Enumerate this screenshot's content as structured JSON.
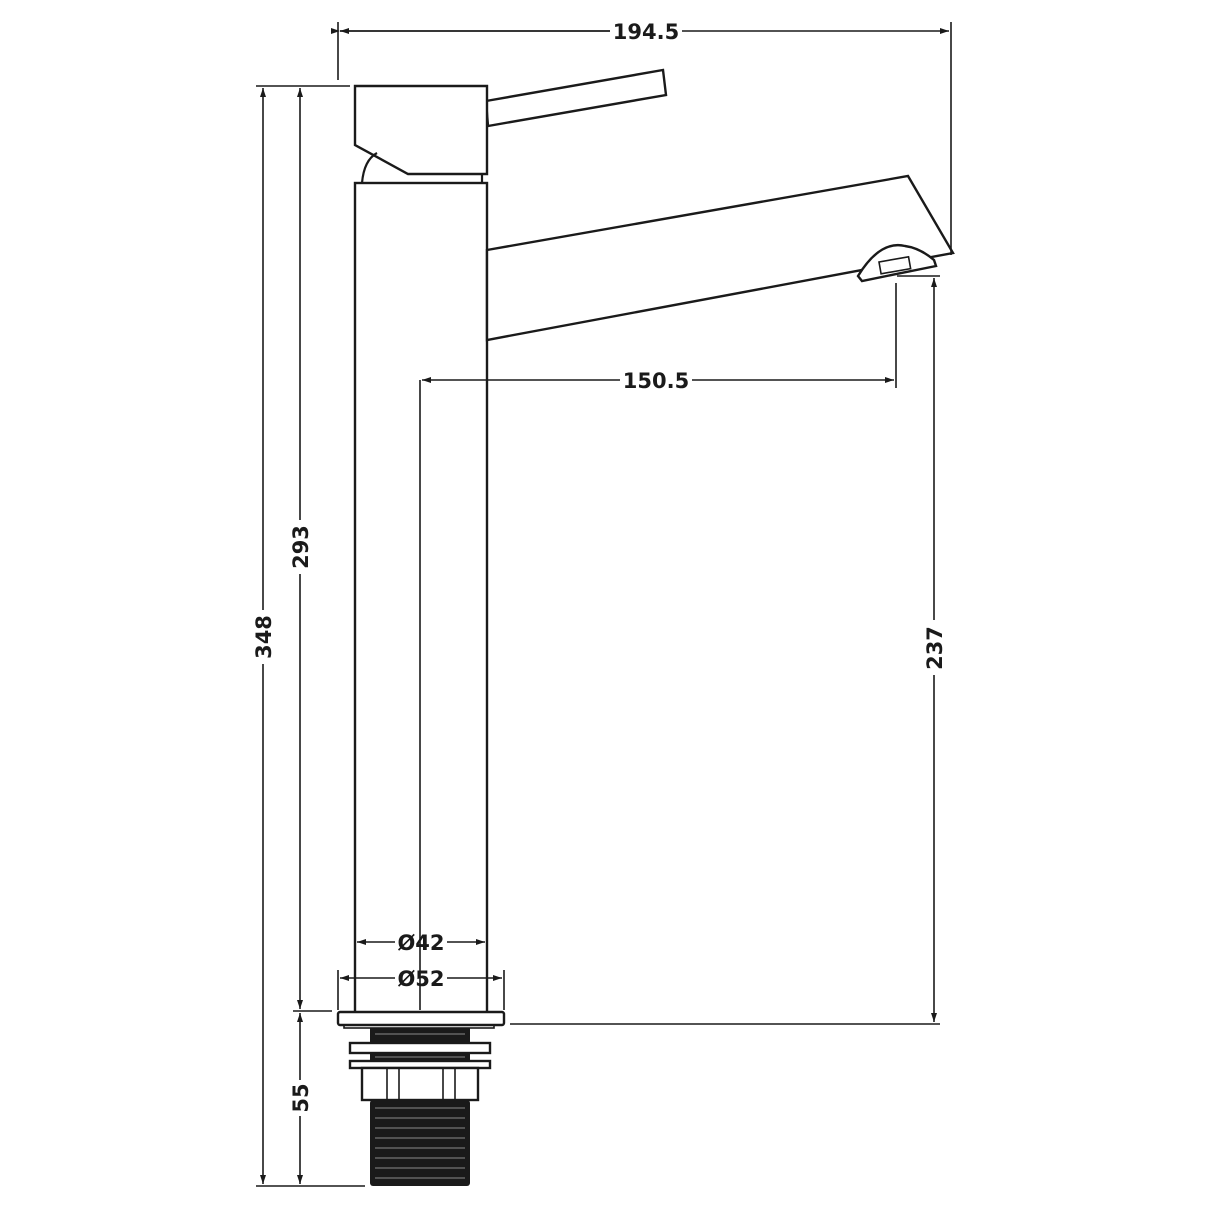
{
  "diagram": {
    "type": "technical-drawing",
    "subject": "tall basin mixer tap side elevation",
    "line_color": "#1a1a1a",
    "background": "#ffffff",
    "dimensions": {
      "overall_width": "194.5",
      "spout_reach": "150.5",
      "overall_height": "348",
      "body_height": "293",
      "spout_outlet_height": "237",
      "tail_length": "55",
      "body_diameter": "Ø42",
      "base_diameter": "Ø52"
    }
  }
}
